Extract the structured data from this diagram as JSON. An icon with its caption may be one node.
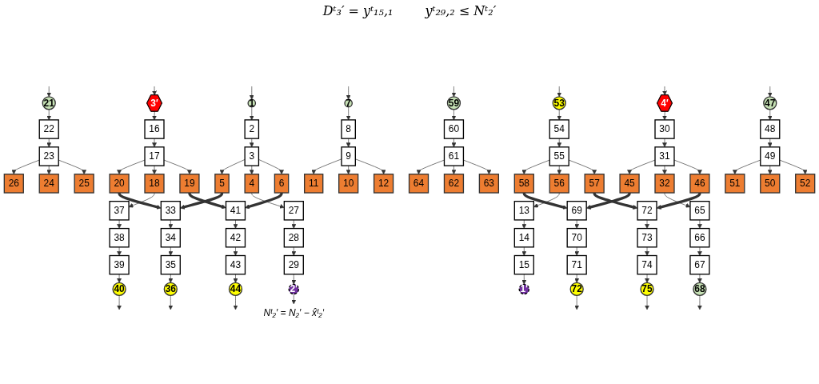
{
  "diagram": {
    "nodes": [
      {
        "text": [
          "21"
        ]
      },
      {
        "text": [
          "36"
        ]
      },
      {
        "text": [
          "22"
        ]
      },
      {
        "text": [
          "35"
        ]
      },
      {
        "text": [
          "23"
        ]
      },
      {
        "text": [
          "34"
        ]
      },
      {
        "text": [
          "26"
        ]
      },
      {
        "text": [
          "24"
        ]
      },
      {
        "text": [
          "25"
        ]
      },
      {
        "text": [
          "33"
        ]
      },
      {
        "text": [
          "20"
        ]
      },
      {
        "text": [
          "3′"
        ]
      },
      {
        "text": [
          "40"
        ]
      },
      {
        "text": [
          "39"
        ]
      },
      {
        "text": [
          "38"
        ]
      },
      {
        "text": [
          "37"
        ]
      },
      {
        "text": [
          "18"
        ]
      },
      {
        "text": [
          "17"
        ]
      },
      {
        "text": [
          "16"
        ]
      },
      {
        "text": [
          "1′"
        ]
      },
      {
        "text": [
          "5"
        ]
      },
      {
        "text": [
          "19"
        ]
      },
      {
        "text": [
          "1"
        ]
      },
      {
        "text": [
          "2"
        ]
      },
      {
        "text": [
          "3"
        ]
      },
      {
        "text": [
          "4"
        ]
      },
      {
        "text": [
          "27"
        ]
      },
      {
        "text": [
          "28"
        ]
      },
      {
        "text": [
          "29"
        ]
      },
      {
        "text": [
          "2′"
        ]
      },
      {
        "text": [
          "6"
        ]
      },
      {
        "text": [
          "41"
        ]
      },
      {
        "text": [
          "11"
        ]
      },
      {
        "text": [
          "10"
        ]
      },
      {
        "text": [
          "12"
        ]
      },
      {
        "text": [
          "4′"
        ]
      },
      {
        "text": [
          "42"
        ]
      },
      {
        "text": [
          "9"
        ]
      },
      {
        "text": [
          "43"
        ]
      },
      {
        "text": [
          "8"
        ]
      },
      {
        "text": [
          "44"
        ]
      },
      {
        "text": [
          "7"
        ]
      },
      {
        "text": [
          "59"
        ]
      },
      {
        "text": [
          "72"
        ]
      },
      {
        "text": [
          "60"
        ]
      },
      {
        "text": [
          "71"
        ]
      },
      {
        "text": [
          "61"
        ]
      },
      {
        "text": [
          "70"
        ]
      },
      {
        "text": [
          "64"
        ]
      },
      {
        "text": [
          "62"
        ]
      },
      {
        "text": [
          "63"
        ]
      },
      {
        "text": [
          "69"
        ]
      },
      {
        "text": [
          "58"
        ]
      },
      {
        "text": [
          "15"
        ]
      },
      {
        "text": [
          "14"
        ]
      },
      {
        "text": [
          "13"
        ]
      },
      {
        "text": [
          "56"
        ]
      },
      {
        "text": [
          "55"
        ]
      },
      {
        "text": [
          "54"
        ]
      },
      {
        "text": [
          "53"
        ]
      },
      {
        "text": [
          "45"
        ]
      },
      {
        "text": [
          "57"
        ]
      },
      {
        "text": [
          "30"
        ]
      },
      {
        "text": [
          "31"
        ]
      },
      {
        "text": [
          "32"
        ]
      },
      {
        "text": [
          "65"
        ]
      },
      {
        "text": [
          "66"
        ]
      },
      {
        "text": [
          "67"
        ]
      },
      {
        "text": [
          "68"
        ]
      },
      {
        "text": [
          "46"
        ]
      },
      {
        "text": [
          "72"
        ]
      },
      {
        "text": [
          "51"
        ]
      },
      {
        "text": [
          "50"
        ]
      },
      {
        "text": [
          "52"
        ]
      },
      {
        "text": [
          "73"
        ]
      },
      {
        "text": [
          "49"
        ]
      },
      {
        "text": [
          "74"
        ]
      },
      {
        "text": [
          "48"
        ]
      },
      {
        "text": [
          "75"
        ]
      },
      {
        "text": [
          "47"
        ]
      },
      {
        "text": [
          "Nᵗ₂′ = N₂′ − x̂ᵗ₂′"
        ]
      }
    ],
    "edges": [
      {
        "from": 0,
        "to": 2,
        "arrow": "to"
      },
      {
        "from": 2,
        "to": 4,
        "arrow": "to"
      },
      {
        "from": 4,
        "to": 6,
        "arrow": "to"
      },
      {
        "from": 4,
        "to": 7,
        "arrow": "to"
      },
      {
        "from": 4,
        "to": 8,
        "arrow": "to"
      },
      {
        "from": 9,
        "to": 5,
        "arrow": "to"
      },
      {
        "from": 5,
        "to": 3,
        "arrow": "to"
      },
      {
        "from": 3,
        "to": 1,
        "arrow": "to"
      },
      {
        "from": null,
        "to": 0,
        "arrow": "to"
      },
      {
        "from": 1,
        "to": null,
        "arrow": "to"
      },
      {
        "from": 10,
        "to": 9,
        "arrow": "to",
        "style": "thick"
      },
      {
        "from": 20,
        "to": 9,
        "arrow": "to",
        "style": "thick"
      },
      {
        "from": 16,
        "to": 15,
        "arrow": "to"
      },
      {
        "from": 15,
        "to": 14,
        "arrow": "to"
      },
      {
        "from": 14,
        "to": 13,
        "arrow": "to"
      },
      {
        "from": 13,
        "to": 12,
        "arrow": "to"
      },
      {
        "from": 12,
        "to": null,
        "arrow": "to"
      },
      {
        "from": null,
        "to": 11,
        "arrow": "to"
      },
      {
        "from": 11,
        "to": 18,
        "arrow": "to"
      },
      {
        "from": 18,
        "to": 17,
        "arrow": "to"
      },
      {
        "from": 17,
        "to": 10,
        "arrow": "to"
      },
      {
        "from": 17,
        "to": 16,
        "arrow": "to"
      },
      {
        "from": 17,
        "to": 21,
        "arrow": "to"
      },
      {
        "from": 21,
        "to": 31,
        "arrow": "to",
        "style": "thick"
      },
      {
        "from": 30,
        "to": 31,
        "arrow": "to",
        "style": "thick"
      },
      {
        "from": null,
        "to": 22,
        "arrow": "to"
      },
      {
        "from": 22,
        "to": 23,
        "arrow": "to"
      },
      {
        "from": 23,
        "to": 24,
        "arrow": "to"
      },
      {
        "from": 24,
        "to": 20,
        "arrow": "to"
      },
      {
        "from": 24,
        "to": 25,
        "arrow": "to"
      },
      {
        "from": 24,
        "to": 30,
        "arrow": "to"
      },
      {
        "from": 25,
        "to": 26,
        "arrow": "to"
      },
      {
        "from": 26,
        "to": 27,
        "arrow": "to"
      },
      {
        "from": 27,
        "to": 28,
        "arrow": "to"
      },
      {
        "from": 28,
        "to": 29,
        "arrow": "to"
      },
      {
        "from": 29,
        "to": 80,
        "arrow": "to"
      },
      {
        "from": 53,
        "to": 19,
        "arrow": "to"
      },
      {
        "from": 54,
        "to": 53,
        "arrow": "to"
      },
      {
        "from": 55,
        "to": 54,
        "arrow": "to"
      },
      {
        "from": 56,
        "to": 55,
        "arrow": "to"
      },
      {
        "from": 57,
        "to": 52,
        "arrow": "to"
      },
      {
        "from": 57,
        "to": 56,
        "arrow": "to"
      },
      {
        "from": 57,
        "to": 61,
        "arrow": "to"
      },
      {
        "from": 58,
        "to": 57,
        "arrow": "to"
      },
      {
        "from": 59,
        "to": 58,
        "arrow": "to"
      },
      {
        "from": null,
        "to": 59,
        "arrow": "to"
      },
      {
        "from": 52,
        "to": 51,
        "arrow": "to",
        "style": "thick"
      },
      {
        "from": 60,
        "to": 51,
        "arrow": "to",
        "style": "thick"
      },
      {
        "from": 51,
        "to": 47,
        "arrow": "to"
      },
      {
        "from": 47,
        "to": 45,
        "arrow": "to"
      },
      {
        "from": 45,
        "to": 43,
        "arrow": "to"
      },
      {
        "from": 43,
        "to": null,
        "arrow": "to"
      },
      {
        "from": null,
        "to": 42,
        "arrow": "to"
      },
      {
        "from": 42,
        "to": 44,
        "arrow": "to"
      },
      {
        "from": 44,
        "to": 46,
        "arrow": "to"
      },
      {
        "from": 46,
        "to": 48,
        "arrow": "to"
      },
      {
        "from": 46,
        "to": 49,
        "arrow": "to"
      },
      {
        "from": 46,
        "to": 50,
        "arrow": "to"
      },
      {
        "from": null,
        "to": 35,
        "arrow": "to"
      },
      {
        "from": 35,
        "to": 62,
        "arrow": "to"
      },
      {
        "from": 62,
        "to": 63,
        "arrow": "to"
      },
      {
        "from": 63,
        "to": 60,
        "arrow": "to"
      },
      {
        "from": 63,
        "to": 64,
        "arrow": "to"
      },
      {
        "from": 63,
        "to": 69,
        "arrow": "to"
      },
      {
        "from": 64,
        "to": 65,
        "arrow": "to"
      },
      {
        "from": 65,
        "to": 66,
        "arrow": "to"
      },
      {
        "from": 66,
        "to": 67,
        "arrow": "to"
      },
      {
        "from": 67,
        "to": 68,
        "arrow": "to"
      },
      {
        "from": 68,
        "to": null,
        "arrow": "to"
      },
      {
        "from": 61,
        "to": 70,
        "arrow": "to",
        "style": "thick"
      },
      {
        "from": 69,
        "to": 70,
        "arrow": "to",
        "style": "thick"
      },
      {
        "from": 31,
        "to": 36,
        "arrow": "to"
      },
      {
        "from": 36,
        "to": 38,
        "arrow": "to"
      },
      {
        "from": 38,
        "to": 40,
        "arrow": "to"
      },
      {
        "from": 40,
        "to": null,
        "arrow": "to"
      },
      {
        "from": null,
        "to": 41,
        "arrow": "to"
      },
      {
        "from": 41,
        "to": 39,
        "arrow": "to"
      },
      {
        "from": 39,
        "to": 37,
        "arrow": "to"
      },
      {
        "from": 37,
        "to": 32,
        "arrow": "to"
      },
      {
        "from": 37,
        "to": 33,
        "arrow": "to"
      },
      {
        "from": 37,
        "to": 34,
        "arrow": "to"
      },
      {
        "from": 70,
        "to": 74,
        "arrow": "to"
      },
      {
        "from": 74,
        "to": 76,
        "arrow": "to"
      },
      {
        "from": 76,
        "to": 78,
        "arrow": "to"
      },
      {
        "from": 78,
        "to": null,
        "arrow": "to"
      },
      {
        "from": null,
        "to": 79,
        "arrow": "to"
      },
      {
        "from": 79,
        "to": 77,
        "arrow": "to"
      },
      {
        "from": 77,
        "to": 75,
        "arrow": "to"
      },
      {
        "from": 75,
        "to": 71,
        "arrow": "to"
      },
      {
        "from": 75,
        "to": 72,
        "arrow": "to"
      },
      {
        "from": 75,
        "to": 73,
        "arrow": "to"
      }
    ],
    "labels": [
      "Dᵗ₃′ = yᵗ₁₅,₁",
      "yᵗ₂₉,₂ ≤ Nᵗ₂′"
    ]
  }
}
